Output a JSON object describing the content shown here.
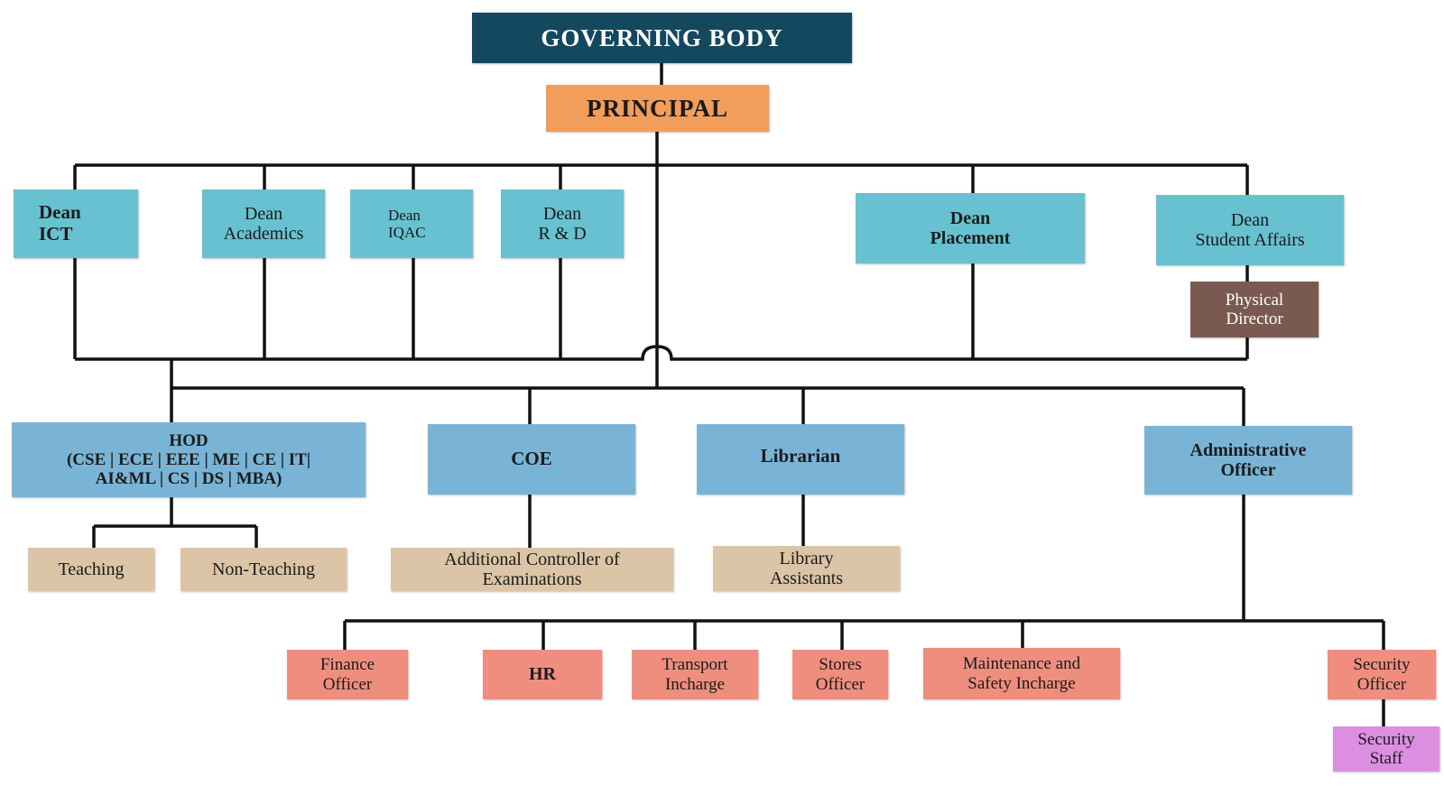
{
  "nodes": {
    "governing_body": {
      "lines": [
        "GOVERNING BODY"
      ]
    },
    "principal": {
      "lines": [
        "PRINCIPAL"
      ]
    },
    "dean_ict": {
      "lines": [
        "Dean",
        "ICT"
      ]
    },
    "dean_academics": {
      "lines": [
        "Dean",
        "Academics"
      ]
    },
    "dean_iqac": {
      "lines": [
        "Dean",
        "IQAC"
      ]
    },
    "dean_rd": {
      "lines": [
        "Dean",
        "R & D"
      ]
    },
    "dean_placement": {
      "lines": [
        "Dean",
        "Placement"
      ]
    },
    "dean_student_affairs": {
      "lines": [
        "Dean",
        "Student Affairs"
      ]
    },
    "physical_director": {
      "lines": [
        "Physical",
        "Director"
      ]
    },
    "hod": {
      "lines": [
        "HOD",
        "(CSE | ECE | EEE | ME | CE | IT|",
        "AI&ML | CS | DS | MBA)"
      ]
    },
    "coe": {
      "lines": [
        "COE"
      ]
    },
    "librarian": {
      "lines": [
        "Librarian"
      ]
    },
    "administrative_officer": {
      "lines": [
        "Administrative",
        "Officer"
      ]
    },
    "teaching": {
      "lines": [
        "Teaching"
      ]
    },
    "non_teaching": {
      "lines": [
        "Non-Teaching"
      ]
    },
    "additional_controller": {
      "lines": [
        "Additional Controller of",
        "Examinations"
      ]
    },
    "library_assistants": {
      "lines": [
        "Library",
        "Assistants"
      ]
    },
    "finance_officer": {
      "lines": [
        "Finance",
        "Officer"
      ]
    },
    "hr": {
      "lines": [
        "HR"
      ]
    },
    "transport_incharge": {
      "lines": [
        "Transport",
        "Incharge"
      ]
    },
    "stores_officer": {
      "lines": [
        "Stores",
        "Officer"
      ]
    },
    "maintenance_safety": {
      "lines": [
        "Maintenance and",
        "Safety Incharge"
      ]
    },
    "security_officer": {
      "lines": [
        "Security",
        "Officer"
      ]
    },
    "security_staff": {
      "lines": [
        "Security",
        "Staff"
      ]
    }
  },
  "colors": {
    "navy": "#14485f",
    "orange": "#f29d5a",
    "teal": "#67c1d0",
    "blue": "#79b4d6",
    "brown": "#7a5a50",
    "tan": "#dbc5a6",
    "salmon": "#ef8e7e",
    "violet": "#dc8fe0",
    "connector": "#111111"
  }
}
